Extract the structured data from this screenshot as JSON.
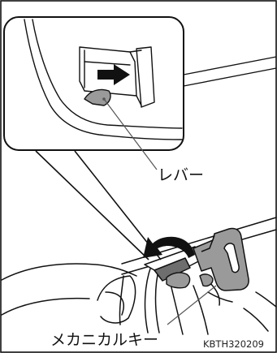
{
  "labels": {
    "lever": "レバー",
    "mechanical_key": "メカニカルキー",
    "figure_code": "KBTH320209"
  },
  "colors": {
    "line": "#111111",
    "gray_fill": "#9a9a9a",
    "dark_gray_fill": "#6e6e6e",
    "callout_fill": "#ffffff",
    "background": "#ffffff"
  },
  "icons": {
    "slide_direction": "arrow-right-icon",
    "rotate_direction": "curved-arrow-icon"
  }
}
